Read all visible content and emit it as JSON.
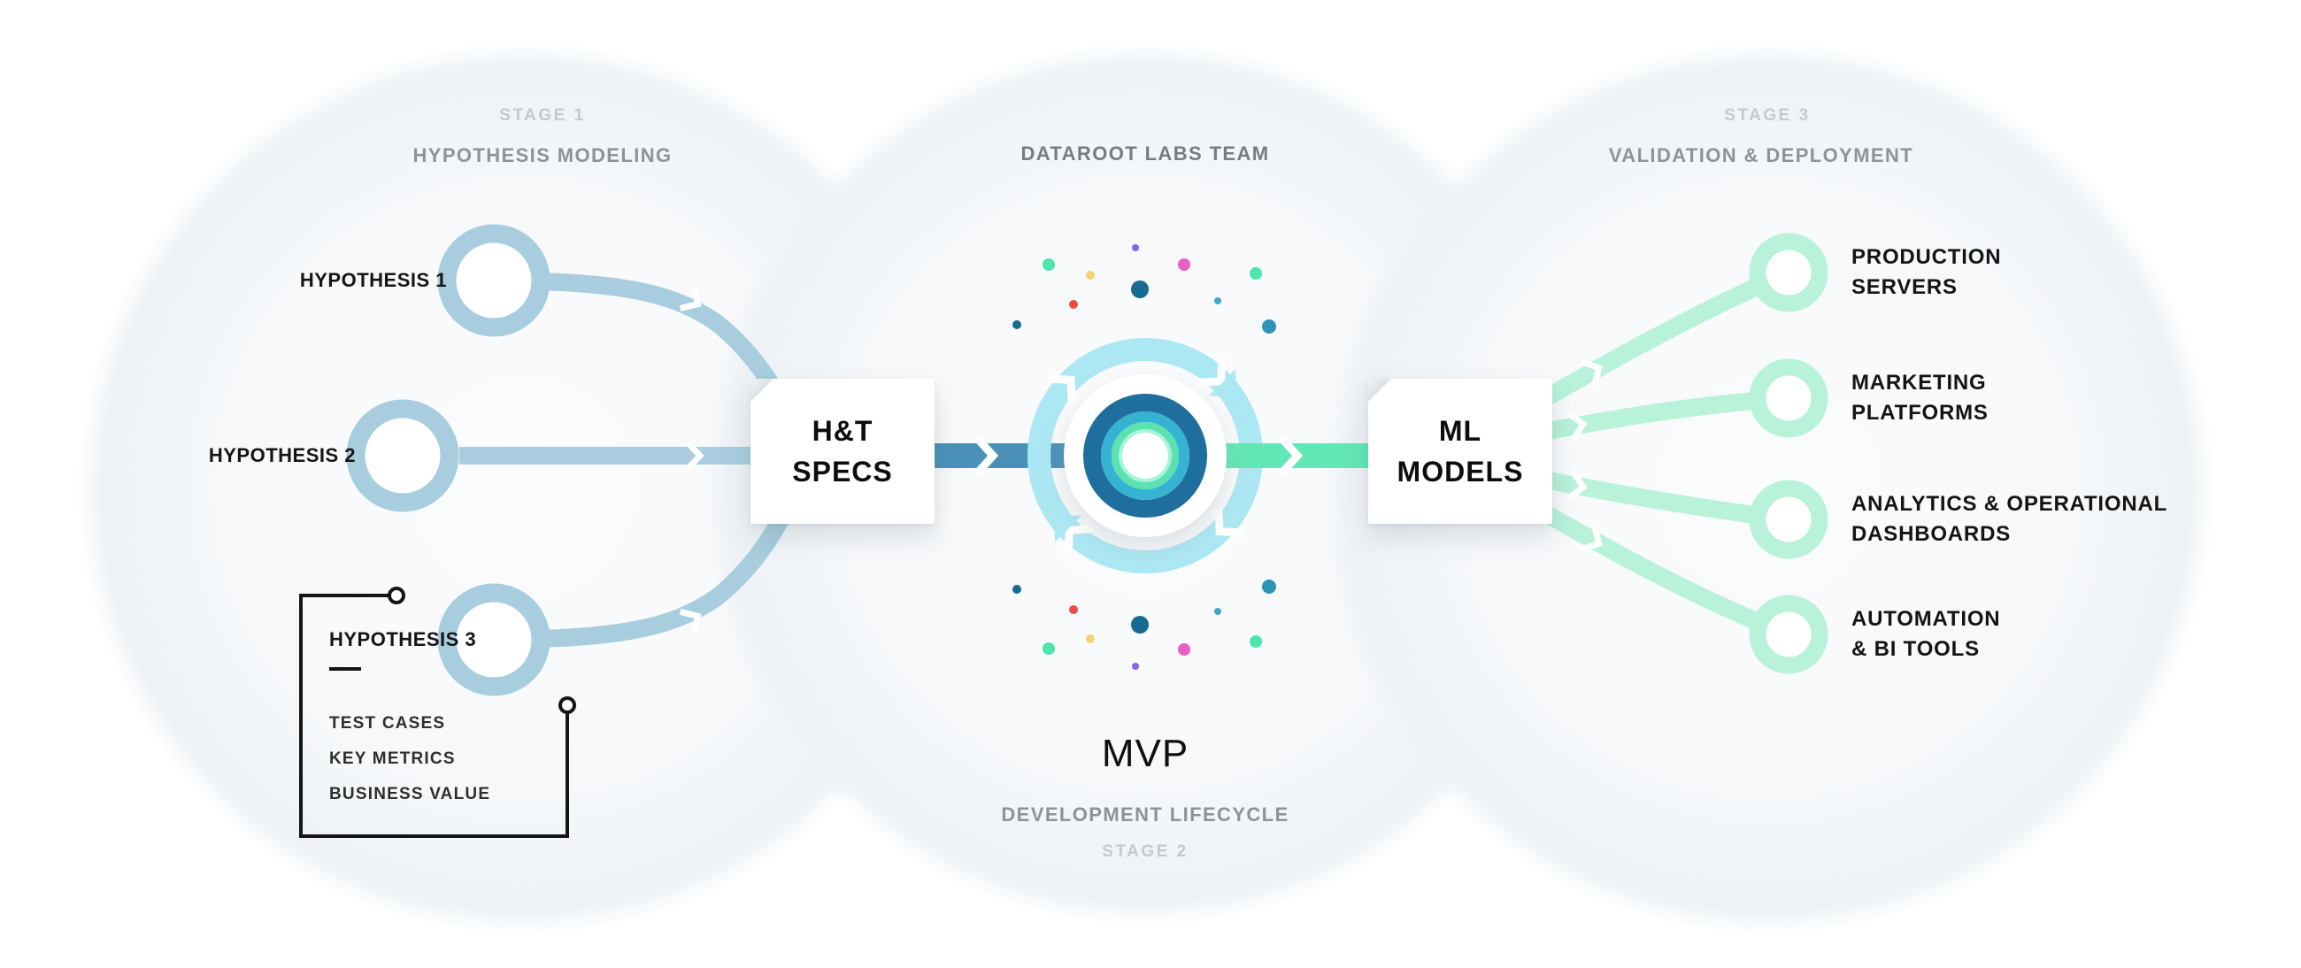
{
  "theme": {
    "background": "#ffffff",
    "stage_circle_fill": "#eff3f6",
    "light_blue": "#a7cdde",
    "steel_blue": "#4b91b7",
    "mint": "#62e7b6",
    "light_mint": "#b7f2d9",
    "arc_cyan": "#ace8f3",
    "logo_navy": "#1f6f9e",
    "logo_cyan": "#36b3d2",
    "logo_mint": "#5ce1b1",
    "text_dark": "#151515",
    "text_gray": "#8f9296",
    "text_light_gray": "#c6c9cc",
    "dot_colors": [
      "#176a92",
      "#2e93b9",
      "#3fa9c8",
      "#4de6ad",
      "#f6d173",
      "#ee4b45",
      "#ea5ec6",
      "#8e5ff0"
    ]
  },
  "stage1": {
    "stage": "STAGE 1",
    "title": "HYPOTHESIS MODELING",
    "hypotheses": [
      "HYPOTHESIS 1",
      "HYPOTHESIS 2",
      "HYPOTHESIS 3"
    ],
    "callout": {
      "items": [
        "TEST CASES",
        "KEY METRICS",
        "BUSINESS VALUE"
      ]
    }
  },
  "stage2": {
    "team": "DATAROOT LABS TEAM",
    "mvp": "MVP",
    "title": "DEVELOPMENT LIFECYCLE",
    "stage": "STAGE 2"
  },
  "specs_box": {
    "line1": "H&T",
    "line2": "SPECS"
  },
  "models_box": {
    "line1": "ML",
    "line2": "MODELS"
  },
  "stage3": {
    "stage": "STAGE 3",
    "title": "VALIDATION & DEPLOYMENT",
    "outputs": [
      {
        "line1": "PRODUCTION",
        "line2": "SERVERS"
      },
      {
        "line1": "MARKETING",
        "line2": "PLATFORMS"
      },
      {
        "line1": "ANALYTICS & OPERATIONAL",
        "line2": "DASHBOARDS"
      },
      {
        "line1": "AUTOMATION",
        "line2": "& BI TOOLS"
      }
    ]
  }
}
